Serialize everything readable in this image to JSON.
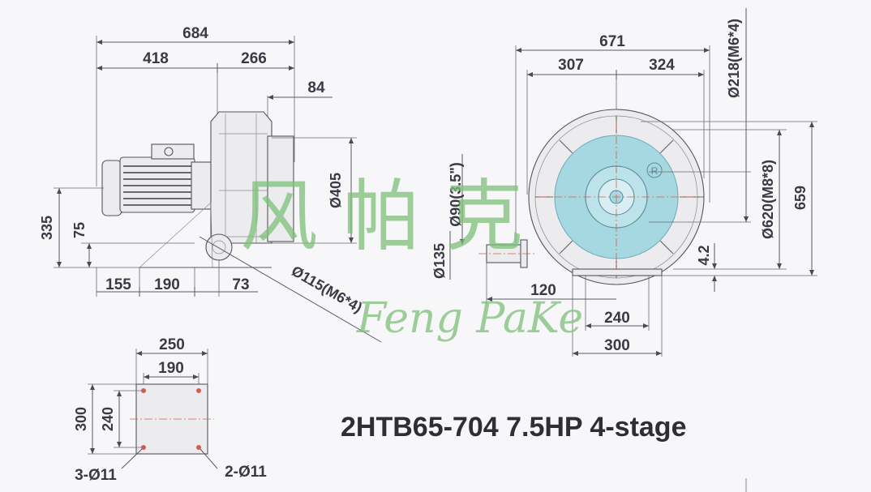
{
  "title": "2HTB65-704 7.5HP 4-stage",
  "watermark": {
    "chinese": "风 帕 克",
    "latin": "Feng PaKe"
  },
  "side_view": {
    "overall_length": "684",
    "motor_length": "418",
    "blower_length": "266",
    "outlet_offset": "84",
    "housing_diameter": "Ø405",
    "center_height": "335",
    "base_height": "75",
    "base_offset": "155",
    "base_length": "190",
    "flange_offset": "73",
    "flange_diameter": "Ø115(M6*4)"
  },
  "front_view": {
    "overall_width": "671",
    "left_half": "307",
    "right_half": "324",
    "bolt_circle_small": "Ø218(M6*4)",
    "bolt_circle_large": "Ø620(M8*8)",
    "overall_height": "659",
    "base_gap": "4.2",
    "pipe_diameter": "Ø90(3.5\")",
    "pipe_height": "Ø135",
    "pipe_length": "120",
    "base_inner": "240",
    "base_outer": "300"
  },
  "base_plate": {
    "outer_width": "250",
    "hole_spacing_x": "190",
    "outer_depth": "300",
    "hole_spacing_y": "240",
    "holes_left": "3-Ø11",
    "holes_right": "2-Ø11"
  },
  "colors": {
    "line": "#5a5a62",
    "watermark": "#7ec07a",
    "fan": "#a6d8e2",
    "center": "#d0604a"
  }
}
